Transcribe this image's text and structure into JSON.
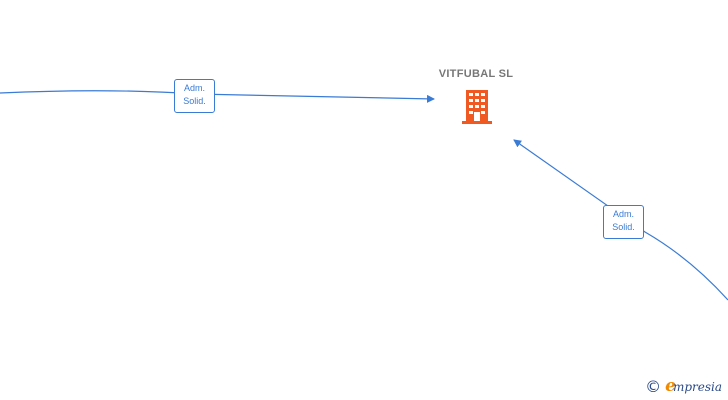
{
  "company": {
    "name": "VITFUBAL  SL",
    "icon": "building-icon",
    "icon_color": "#f05a22"
  },
  "edges": [
    {
      "id": "edge-left",
      "label_line1": "Adm.",
      "label_line2": "Solid.",
      "color": "#3a7bd5"
    },
    {
      "id": "edge-right",
      "label_line1": "Adm.",
      "label_line2": "Solid.",
      "color": "#3a7bd5"
    }
  ],
  "watermark": {
    "symbol": "©",
    "brand_initial": "e",
    "brand_rest": "mpresia",
    "color": "#2a4a8a",
    "accent": "#f08a00"
  }
}
